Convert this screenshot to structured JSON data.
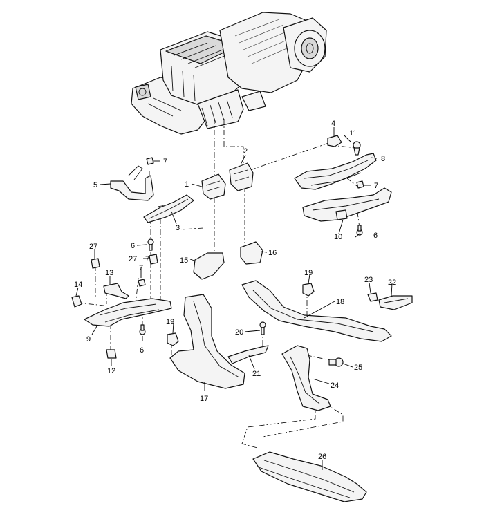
{
  "diagram": {
    "callouts": {
      "c1": "1",
      "c2": "2",
      "c3": "3",
      "c4": "4",
      "c5": "5",
      "c6a": "6",
      "c6b": "6",
      "c6c": "6",
      "c7a": "7",
      "c7b": "7",
      "c7c": "7",
      "c7d": "7",
      "c8": "8",
      "c9": "9",
      "c10": "10",
      "c11": "11",
      "c12": "12",
      "c13": "13",
      "c14": "14",
      "c15": "15",
      "c16": "16",
      "c17": "17",
      "c18": "18",
      "c19a": "19",
      "c19b": "19",
      "c20": "20",
      "c21": "21",
      "c22": "22",
      "c23": "23",
      "c24": "24",
      "c25": "25",
      "c26": "26",
      "c27a": "27",
      "c27b": "27"
    }
  }
}
